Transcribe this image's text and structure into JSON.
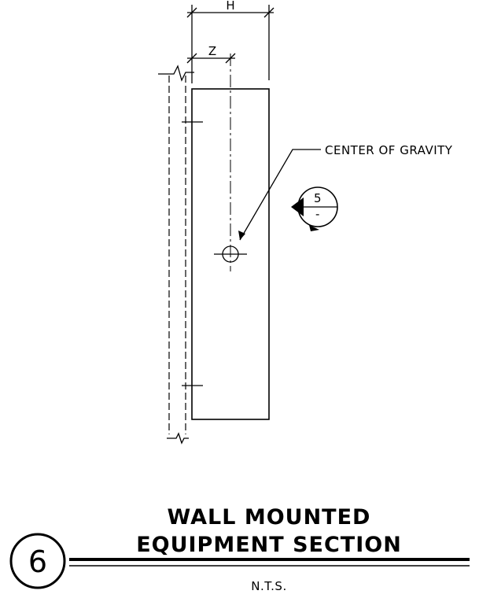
{
  "dimensions": {
    "h_label": "H",
    "z_label": "Z"
  },
  "callout": {
    "center_of_gravity": "CENTER OF GRAVITY"
  },
  "section_marker": {
    "number": "5",
    "sheet": "-"
  },
  "title_block": {
    "detail_number": "6",
    "title_line1": "WALL MOUNTED",
    "title_line2": "EQUIPMENT SECTION",
    "scale_note": "N.T.S."
  }
}
